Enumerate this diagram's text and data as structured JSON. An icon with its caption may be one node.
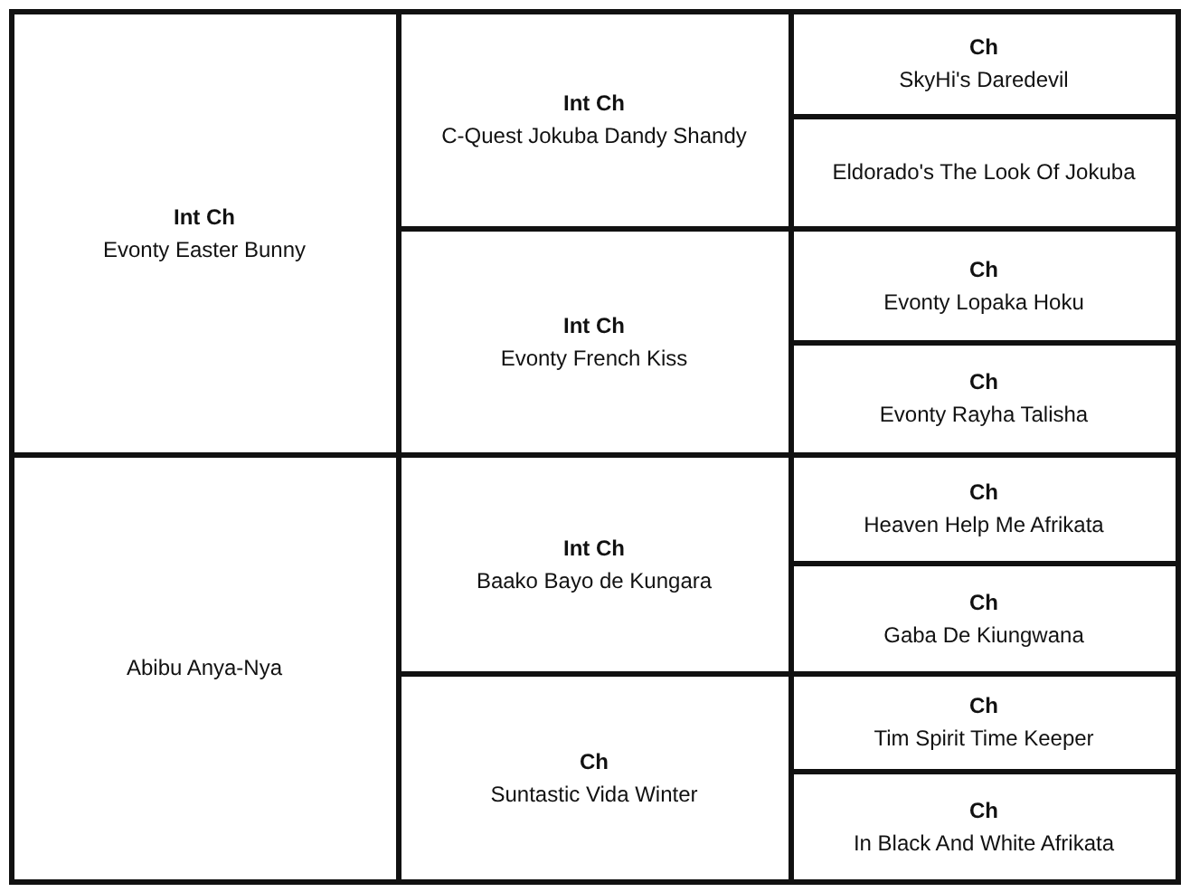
{
  "diagram": {
    "nodes": [
      {
        "text": [
          "Int Ch",
          "Evonty Easter Bunny"
        ]
      },
      {
        "text": [
          "Int Ch",
          "C-Quest Jokuba Dandy Shandy"
        ]
      },
      {
        "text": [
          "Ch",
          "SkyHi's Daredevil"
        ]
      },
      {
        "text": [
          "Eldorado's The Look Of Jokuba"
        ]
      },
      {
        "text": [
          "Int Ch",
          "Evonty French Kiss"
        ]
      },
      {
        "text": [
          "Ch",
          "Evonty Lopaka Hoku"
        ]
      },
      {
        "text": [
          "Ch",
          "Evonty Rayha Talisha"
        ]
      },
      {
        "text": [
          "Abibu Anya-Nya"
        ]
      },
      {
        "text": [
          "Int Ch",
          "Baako Bayo de Kungara"
        ]
      },
      {
        "text": [
          "Ch",
          "Heaven Help Me Afrikata"
        ]
      },
      {
        "text": [
          "Ch",
          "Gaba De Kiungwana"
        ]
      },
      {
        "text": [
          "Ch",
          "Suntastic Vida Winter"
        ]
      },
      {
        "text": [
          "Ch",
          "Tim Spirit Time Keeper"
        ]
      },
      {
        "text": [
          "Ch",
          "In Black And White Afrikata"
        ]
      }
    ]
  }
}
